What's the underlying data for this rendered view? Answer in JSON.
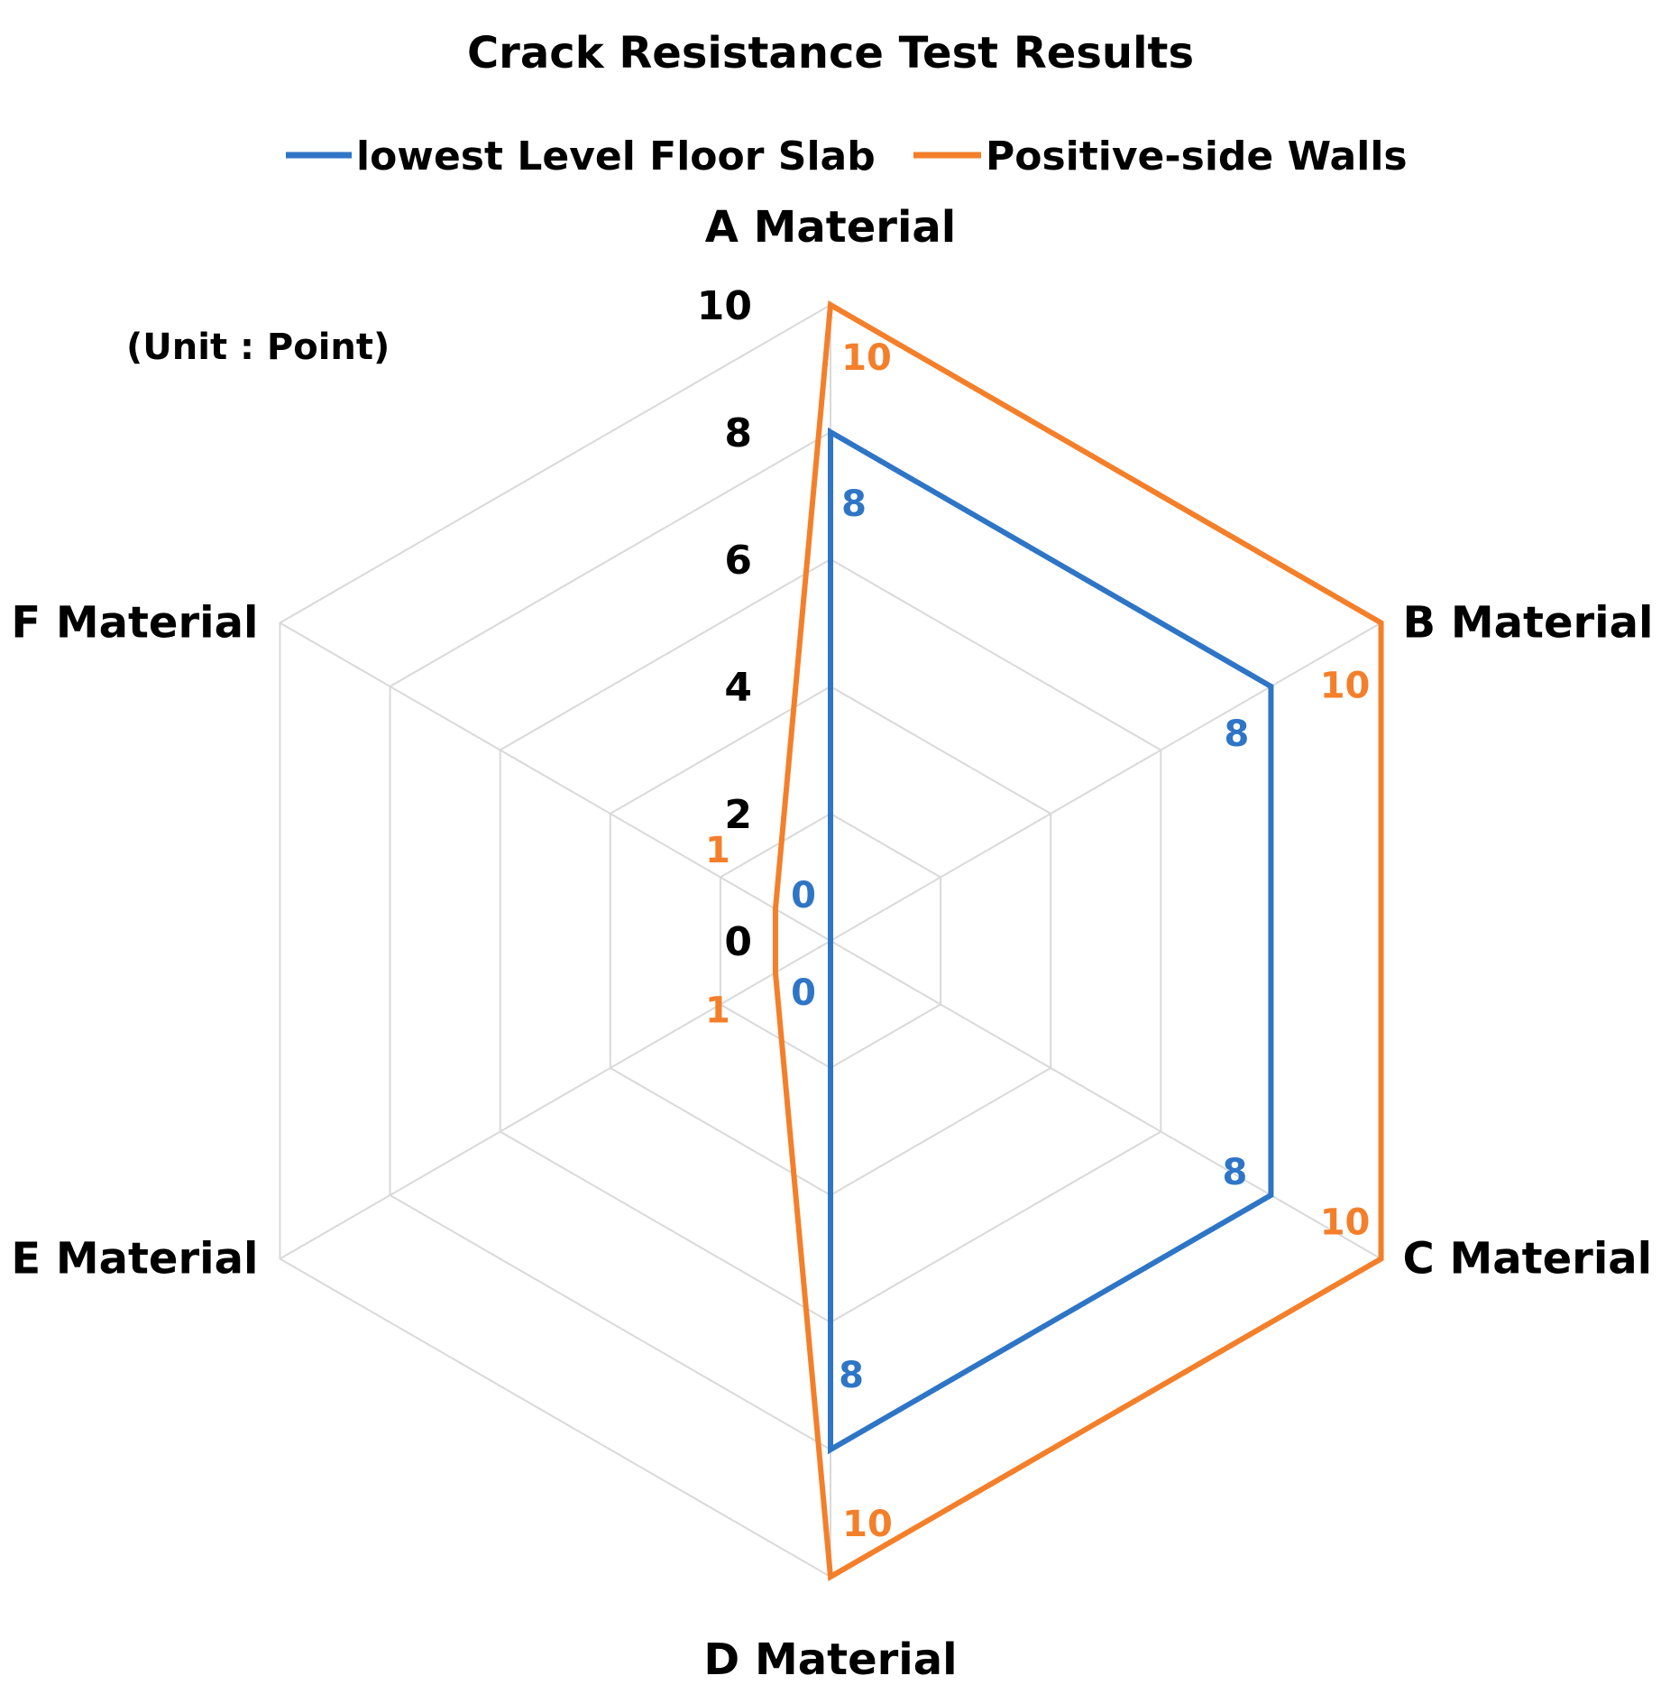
{
  "chart_data": {
    "type": "radar",
    "title": "Crack Resistance Test Results",
    "note": "(Unit : Point)",
    "categories": [
      "A Material",
      "B Material",
      "C Material",
      "D Material",
      "E Material",
      "F Material"
    ],
    "rlim": [
      0,
      10
    ],
    "ticks": [
      "0",
      "2",
      "4",
      "6",
      "8",
      "10"
    ],
    "grid": true,
    "legend_position": "top",
    "series": [
      {
        "name": "lowest Level Floor Slab",
        "color": "#2e75c6",
        "values": [
          8,
          8,
          8,
          8,
          0,
          0
        ]
      },
      {
        "name": "Positive-side Walls",
        "color": "#f47f2a",
        "values": [
          10,
          10,
          10,
          10,
          1,
          1
        ]
      }
    ]
  }
}
